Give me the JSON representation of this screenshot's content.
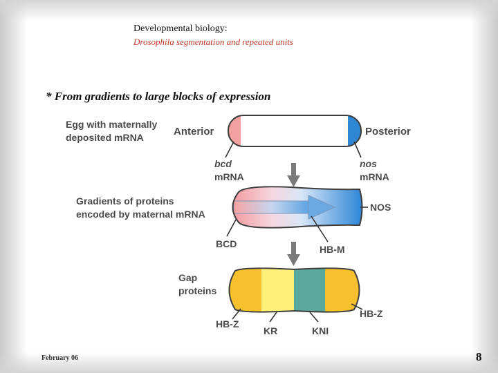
{
  "slide": {
    "title": "Developmental biology:",
    "subtitle": "Drosophila segmentation and repeated units",
    "bullet": "* From gradients to large blocks of expression",
    "footer_date": "February 06",
    "page_number": "8"
  },
  "diagram": {
    "egg_label_line1": "Egg with maternally",
    "egg_label_line2": "deposited mRNA",
    "anterior": "Anterior",
    "posterior": "Posterior",
    "bcd": "bcd",
    "bcd_unit": "mRNA",
    "nos": "nos",
    "nos_unit": "mRNA",
    "gradients_line1": "Gradients of proteins",
    "gradients_line2": "encoded by maternal mRNA",
    "nos_protein": "NOS",
    "bcd_protein": "BCD",
    "hb_m": "HB-M",
    "gap_line1": "Gap",
    "gap_line2": "proteins",
    "hb_z_left": "HB-Z",
    "hb_z_right": "HB-Z",
    "kr": "KR",
    "kni": "KNI",
    "colors": {
      "anterior_cap": "#f2a0a0",
      "posterior_cap": "#2f86d2",
      "gap_orange": "#f7c12e",
      "gap_yellow": "#fff07a",
      "gap_teal": "#5aa89c",
      "arrow_gray": "#7a7a7a"
    }
  }
}
